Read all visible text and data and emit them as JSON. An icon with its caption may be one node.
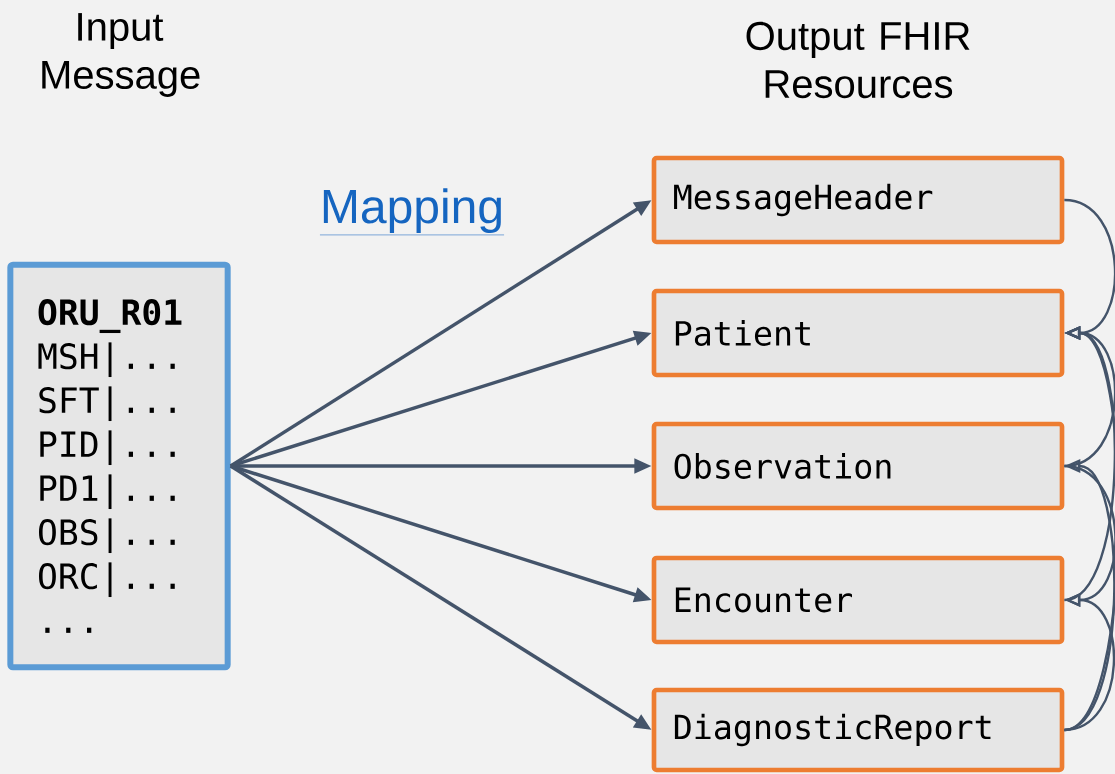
{
  "diagram": {
    "nodes": [
      {
        "text": [
          "ORU_R01",
          "MSH|...",
          "SFT|...",
          "PID|...",
          "PD1|...",
          "OBS|...",
          "ORC|...",
          "..."
        ]
      },
      {
        "text": [
          "MessageHeader"
        ]
      },
      {
        "text": [
          "Patient"
        ]
      },
      {
        "text": [
          "Observation"
        ]
      },
      {
        "text": [
          "Encounter"
        ]
      },
      {
        "text": [
          "DiagnosticReport"
        ]
      }
    ],
    "edges": [
      {
        "from": 0,
        "to": 1,
        "arrow": "to"
      },
      {
        "from": 0,
        "to": 2,
        "arrow": "to"
      },
      {
        "from": 0,
        "to": 3,
        "arrow": "to"
      },
      {
        "from": 0,
        "to": 4,
        "arrow": "to"
      },
      {
        "from": 0,
        "to": 5,
        "arrow": "to"
      },
      {
        "from": 1,
        "to": 2,
        "arrow": "to"
      },
      {
        "from": 3,
        "to": 2,
        "arrow": "to"
      },
      {
        "from": 4,
        "to": 2,
        "arrow": "to"
      },
      {
        "from": 5,
        "to": 2,
        "arrow": "to"
      },
      {
        "from": 3,
        "to": 4,
        "arrow": "to"
      },
      {
        "from": 5,
        "to": 3,
        "arrow": "to"
      },
      {
        "from": 5,
        "to": 4,
        "arrow": "to"
      }
    ],
    "labels": [
      "Input Message",
      "Output FHIR Resources",
      "Mapping"
    ]
  }
}
